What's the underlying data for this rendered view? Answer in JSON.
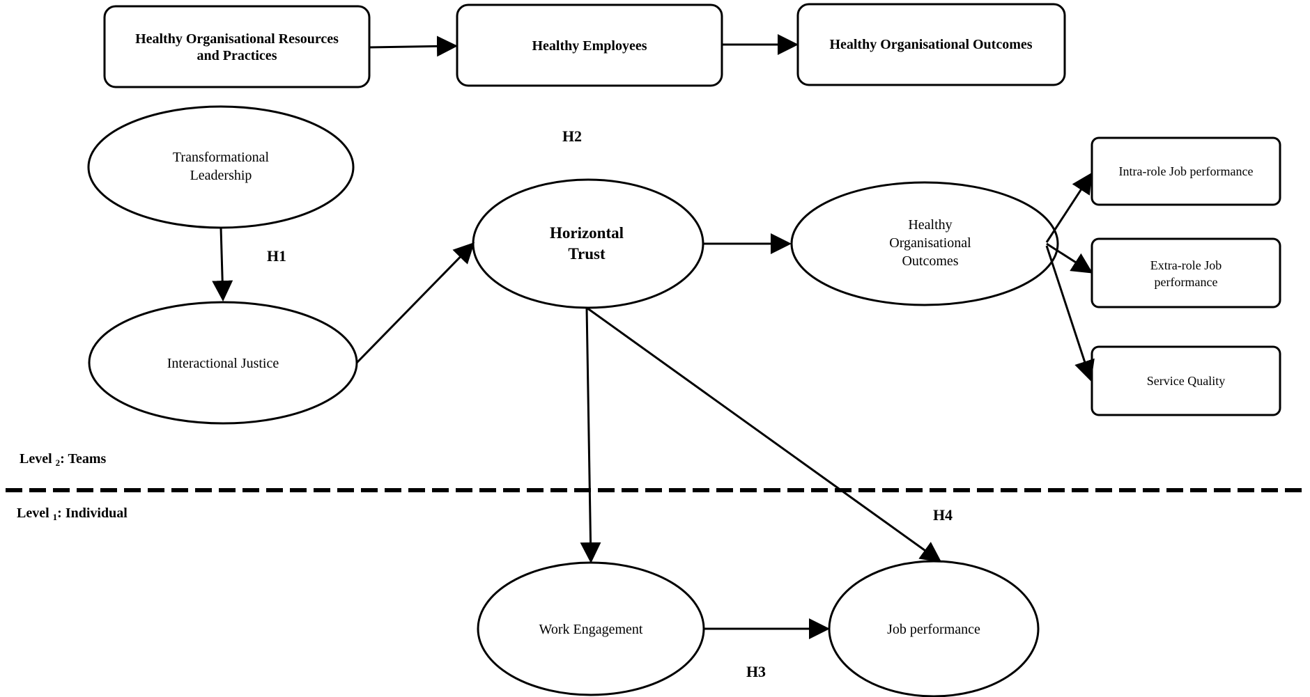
{
  "framework": {
    "resources_line1": "Healthy Organisational Resources",
    "resources_line2": "and Practices",
    "employees": "Healthy Employees",
    "outcomes": "Healthy Organisational Outcomes"
  },
  "nodes": {
    "transformational_line1": "Transformational",
    "transformational_line2": "Leadership",
    "justice": "Interactional Justice",
    "trust_line1": "Horizontal",
    "trust_line2": "Trust",
    "outcomes_line1": "Healthy",
    "outcomes_line2": "Organisational",
    "outcomes_line3": "Outcomes",
    "engagement": "Work Engagement",
    "performance": "Job performance"
  },
  "outcome_measures": {
    "intra_role": "Intra-role Job performance",
    "extra_role_line1": "Extra-role Job",
    "extra_role_line2": "performance",
    "service_quality": "Service Quality"
  },
  "hypotheses": {
    "h1": "H1",
    "h2": "H2",
    "h3": "H3",
    "h4": "H4"
  },
  "levels": {
    "teams_prefix": "Level ",
    "teams_num": "2",
    "teams_suffix": ": Teams",
    "individual_prefix": "Level ",
    "individual_num": "1",
    "individual_suffix": ": Individual"
  }
}
